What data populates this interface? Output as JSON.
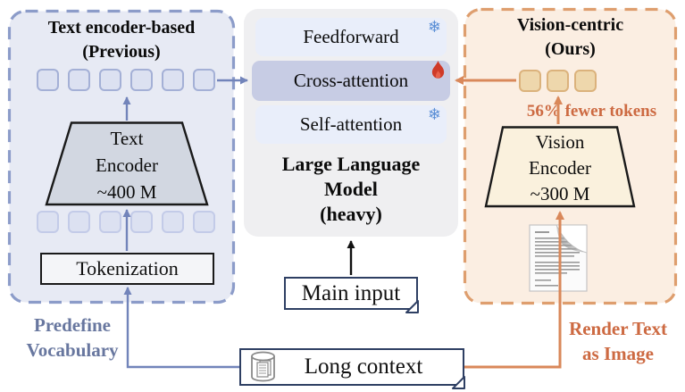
{
  "icons": {
    "snowflake": "❄"
  },
  "colors": {
    "left_accent": "#7284ba",
    "left_panel_bg": "#e7eaf4",
    "left_panel_border": "#8c9cc9",
    "caption_blue": "#68779f",
    "right_accent": "#d9885a",
    "right_panel_bg": "#fbeee2",
    "right_panel_border": "#de9e6e",
    "caption_orange": "#cd6a42",
    "frozen_blue": "#5b8fd6",
    "fire_red": "#cf3a28",
    "llm_bg": "#efeff1",
    "layer_bg": "#e9eefa",
    "cross_attention_bg": "#c7cce4",
    "note_border": "#2e3f63",
    "encoder_left_fill": "#d2d7e1",
    "encoder_right_fill": "#faf1dd"
  },
  "left_panel": {
    "title": [
      "Text encoder-based",
      "(Previous)"
    ],
    "top_token_count": 6,
    "bottom_token_count": 6,
    "encoder": [
      "Text",
      "Encoder",
      "~400 M"
    ],
    "tokenization": "Tokenization",
    "caption": [
      "Predefine",
      "Vocabulary"
    ]
  },
  "center": {
    "layers": [
      {
        "label": "Feedforward",
        "state": "frozen"
      },
      {
        "label": "Cross-attention",
        "state": "trainable"
      },
      {
        "label": "Self-attention",
        "state": "frozen"
      }
    ],
    "llm_title": [
      "Large Language",
      "Model",
      "(heavy)"
    ],
    "main_input": "Main input"
  },
  "right_panel": {
    "title": [
      "Vision-centric",
      "(Ours)"
    ],
    "token_count": 3,
    "tokens_note": "56% fewer tokens",
    "encoder": [
      "Vision",
      "Encoder",
      "~300 M"
    ],
    "caption": [
      "Render Text",
      "as Image"
    ]
  },
  "bottom": {
    "long_context": "Long context"
  }
}
